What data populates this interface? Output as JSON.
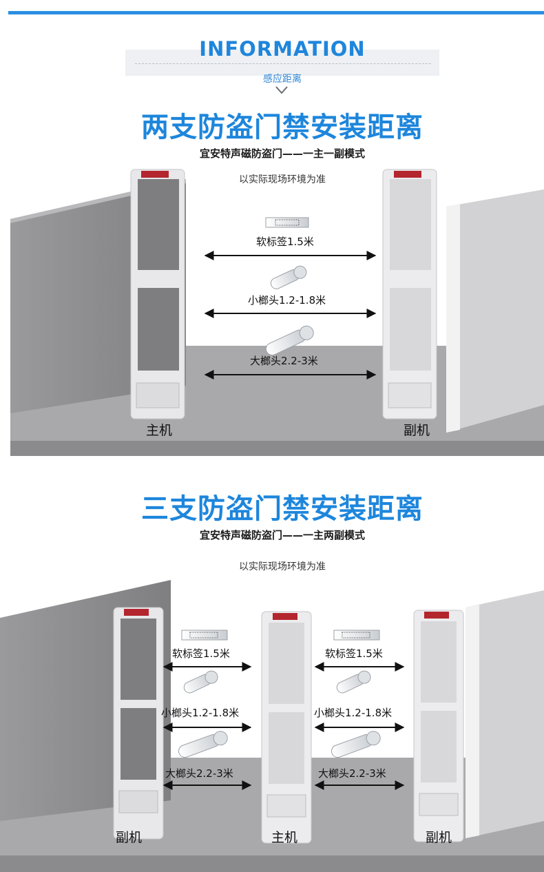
{
  "header": {
    "title": "INFORMATION",
    "subtitle": "感应距离"
  },
  "section1": {
    "title": "两支防盗门禁安装距离",
    "subtitle": "宜安特声磁防盗门——一主一副模式",
    "note": "以实际现场环境为准",
    "soft_tag": "软标签1.5米",
    "small_tag": "小榔头1.2-1.8米",
    "large_tag": "大榔头2.2-3米",
    "left_gate": "主机",
    "right_gate": "副机"
  },
  "section2": {
    "title": "三支防盗门禁安装距离",
    "subtitle": "宜安特声磁防盗门——一主两副模式",
    "note": "以实际现场环境为准",
    "soft_tag": "软标签1.5米",
    "small_tag": "小榔头1.2-1.8米",
    "large_tag": "大榔头2.2-3米",
    "left_gate": "副机",
    "middle_gate": "主机",
    "right_gate": "副机"
  },
  "colors": {
    "accent": "#1d86dc",
    "wall": "#8e8e90",
    "floor": "#a9a9ab",
    "gate": "#e9e9ea",
    "alarm": "#b3262e"
  }
}
